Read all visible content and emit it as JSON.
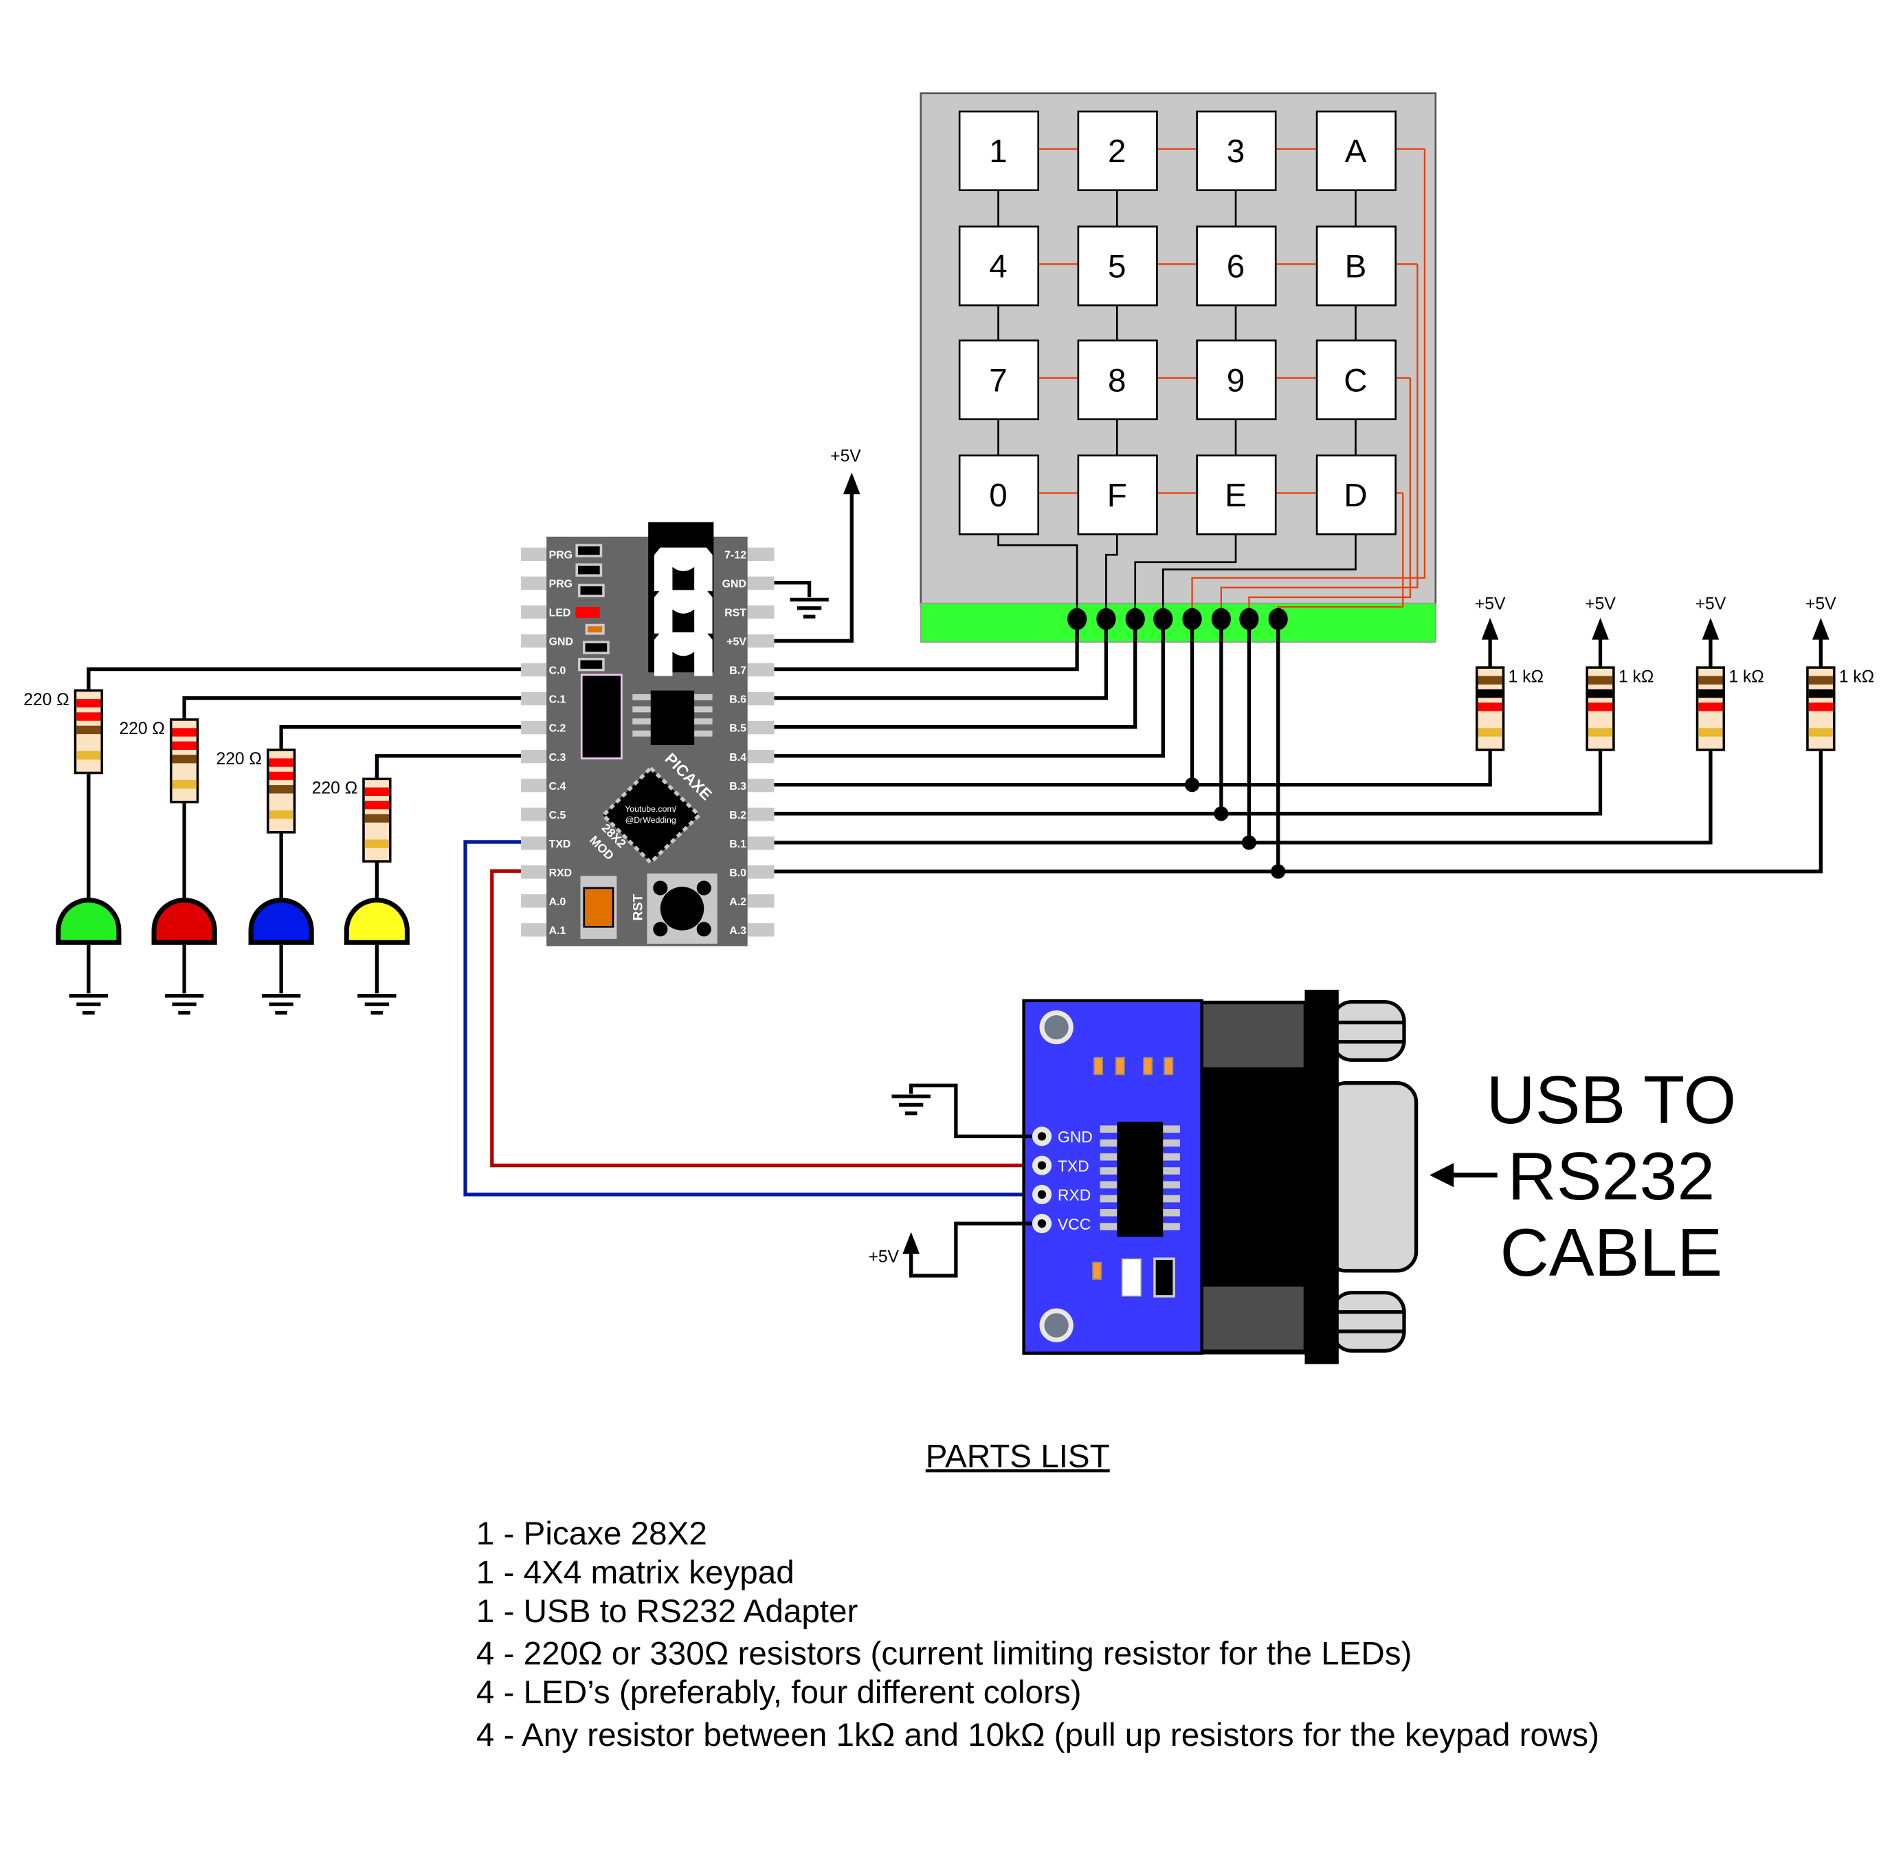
{
  "keypad": {
    "keys": [
      [
        "1",
        "2",
        "3",
        "A"
      ],
      [
        "4",
        "5",
        "6",
        "B"
      ],
      [
        "7",
        "8",
        "9",
        "C"
      ],
      [
        "0",
        "F",
        "E",
        "D"
      ]
    ],
    "colors": {
      "body": "#c8c8c8",
      "connector": "#33ff33",
      "row_wire": "#e8400c"
    }
  },
  "board": {
    "left_pins": [
      "PRG",
      "PRG",
      "LED",
      "GND",
      "C.0",
      "C.1",
      "C.2",
      "C.3",
      "C.4",
      "C.5",
      "TXD",
      "RXD",
      "A.0",
      "A.1"
    ],
    "right_pins": [
      "7-12",
      "GND",
      "RST",
      "+5V",
      "B.7",
      "B.6",
      "B.5",
      "B.4",
      "B.3",
      "B.2",
      "B.1",
      "B.0",
      "A.2",
      "A.3"
    ],
    "brand": "PICAXE",
    "model_line1": "28X2",
    "model_line2": "MOD",
    "credit_line1": "Youtube.com/",
    "credit_line2": "@DrWedding",
    "reset_label": "RST",
    "color": "#666666"
  },
  "supply_label": "+5V",
  "pullups": [
    {
      "supply": "+5V",
      "value": "1 kΩ"
    },
    {
      "supply": "+5V",
      "value": "1 kΩ"
    },
    {
      "supply": "+5V",
      "value": "1 kΩ"
    },
    {
      "supply": "+5V",
      "value": "1 kΩ"
    }
  ],
  "leds": [
    {
      "resistor": "220 Ω",
      "color": "#22ee22"
    },
    {
      "resistor": "220 Ω",
      "color": "#e00000"
    },
    {
      "resistor": "220 Ω",
      "color": "#0018e8"
    },
    {
      "resistor": "220 Ω",
      "color": "#ffff22"
    }
  ],
  "adapter": {
    "pins": [
      "GND",
      "TXD",
      "RXD",
      "VCC"
    ],
    "vcc_supply": "+5V",
    "color": "#3939ff",
    "callout": [
      "USB TO",
      "RS232",
      "CABLE"
    ]
  },
  "wires": {
    "txd_color": "#001a9e",
    "rxd_color": "#b30000"
  },
  "parts_list": {
    "title": "PARTS LIST",
    "items": [
      "1 - Picaxe 28X2",
      "1 - 4X4 matrix keypad",
      "1 - USB to RS232 Adapter",
      "4 - 220Ω or 330Ω resistors (current limiting resistor for the LEDs)",
      "4 - LED’s (preferably, four different colors)",
      "4 - Any resistor between 1kΩ and 10kΩ (pull up resistors for the keypad rows)"
    ]
  }
}
